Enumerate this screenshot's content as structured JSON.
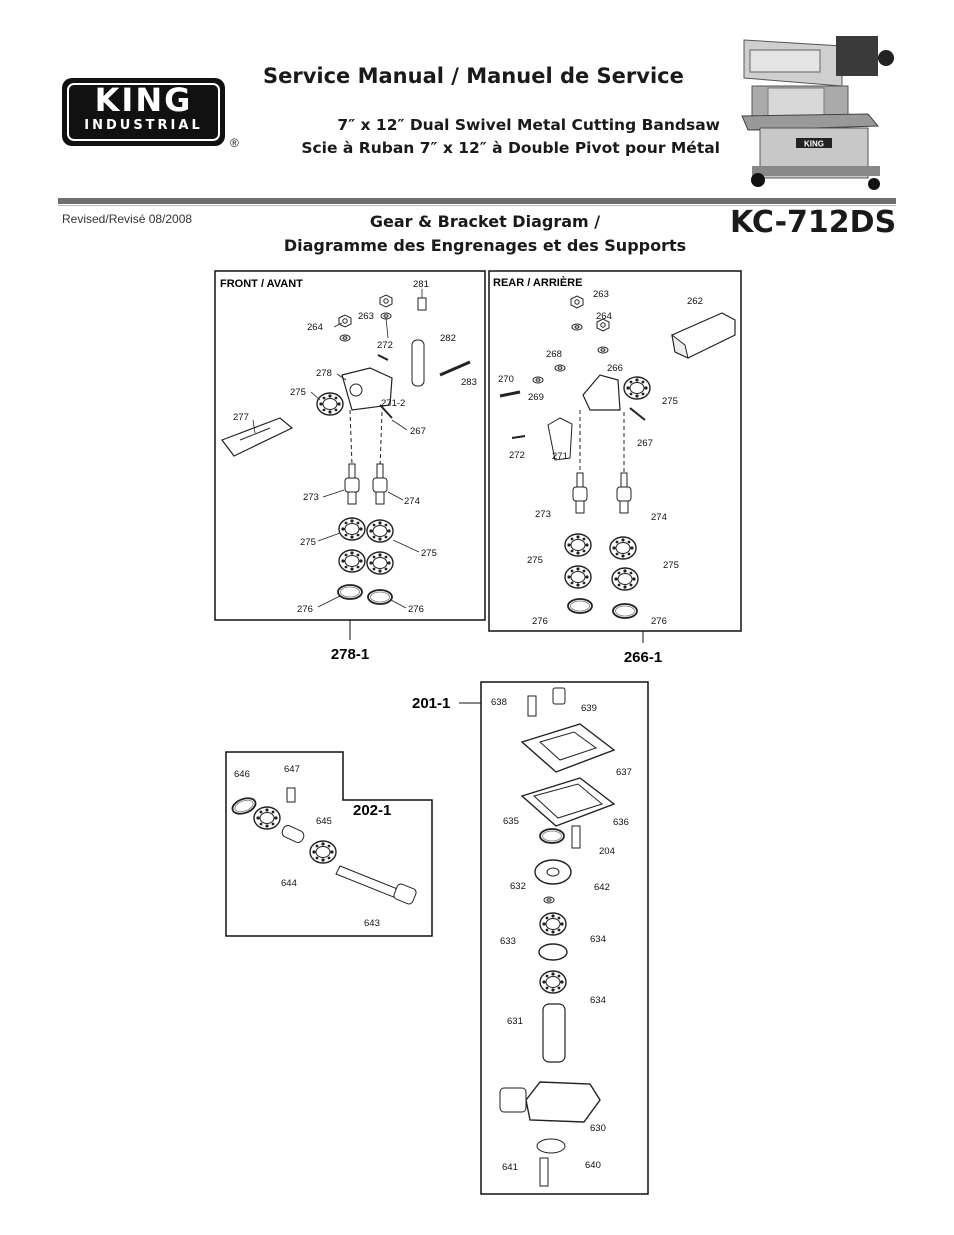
{
  "header": {
    "brand_top": "KING",
    "brand_bottom": "INDUSTRIAL",
    "registered_mark": "®",
    "title": "Service Manual / Manuel de Service",
    "subtitle_en": "7″ x 12″ Dual Swivel Metal Cutting Bandsaw",
    "subtitle_fr": "Scie à Ruban 7″ x 12″ à Double Pivot pour Métal"
  },
  "revision": "Revised/Revisé 08/2008",
  "diagram_title": {
    "line1": "Gear & Bracket Diagram /",
    "line2": "Diagramme des Engrenages et des Supports"
  },
  "model": "KC-712DS",
  "panels": {
    "front": {
      "label": "FRONT / AVANT",
      "assembly": "278-1",
      "parts": [
        "281",
        "263",
        "264",
        "272",
        "282",
        "278",
        "283",
        "275",
        "271-2",
        "277",
        "267",
        "273",
        "274",
        "275",
        "275",
        "276",
        "276"
      ]
    },
    "rear": {
      "label": "REAR / ARRIÈRE",
      "assembly": "266-1",
      "parts": [
        "263",
        "262",
        "264",
        "268",
        "266",
        "270",
        "269",
        "275",
        "267",
        "272",
        "271",
        "273",
        "274",
        "275",
        "275",
        "276",
        "276"
      ]
    },
    "motor_shaft": {
      "assembly": "202-1",
      "parts": [
        "646",
        "647",
        "645",
        "644",
        "643"
      ]
    },
    "gearbox": {
      "assembly": "201-1",
      "parts": [
        "638",
        "639",
        "637",
        "636",
        "635",
        "204",
        "632",
        "642",
        "633",
        "634",
        "634",
        "631",
        "630",
        "641",
        "640"
      ]
    },
    "photo": {
      "brand_plate": "KING"
    }
  }
}
